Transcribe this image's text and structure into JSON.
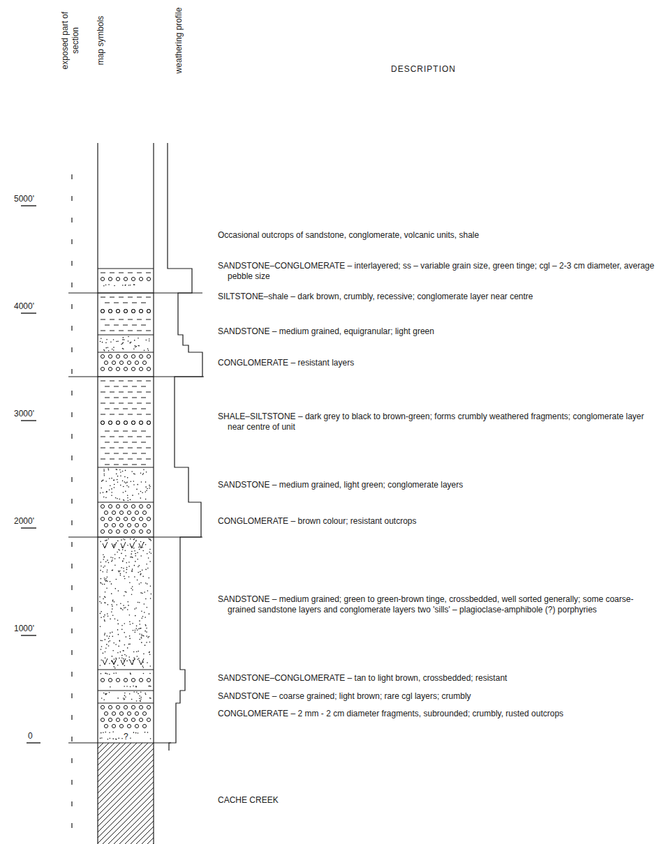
{
  "diagram": {
    "labels": [
      "exposed part of section",
      "map symbols",
      "weathering profile",
      "DESCRIPTION",
      "5000'",
      "Occasional outcrops of sandstone, conglomerate, volcanic units, shale",
      "SANDSTONE–CONGLOMERATE – interlayered; ss – variable grain size, green tinge; cgl – 2-3 cm diameter, average pebble size",
      "SILTSTONE–shale – dark brown, crumbly, recessive; conglomerate layer near centre",
      "4000'",
      "SANDSTONE – medium grained, equigranular; light green",
      "CONGLOMERATE – resistant layers",
      "3000'",
      "SHALE–SILTSTONE – dark grey to black to brown-green; forms crumbly weathered fragments; conglomerate layer near centre of unit",
      "SANDSTONE – medium grained, light green; conglomerate layers",
      "CONGLOMERATE – brown colour; resistant outcrops",
      "2000'",
      "1000'",
      "SANDSTONE – medium grained; green to green-brown tinge, crossbedded, well sorted generally; some coarse-grained sandstone layers and conglomerate layers two 'sills' – plagioclase-amphibole (?) porphyries",
      "SANDSTONE–CONGLOMERATE – tan to light brown, crossbedded; resistant",
      "SANDSTONE – coarse grained; light brown; rare cgl layers; crumbly",
      "0",
      "?",
      "CONGLOMERATE – 2 mm - 2 cm diameter fragments, subrounded; crumbly, rusted outcrops",
      "CACHE CREEK"
    ]
  }
}
